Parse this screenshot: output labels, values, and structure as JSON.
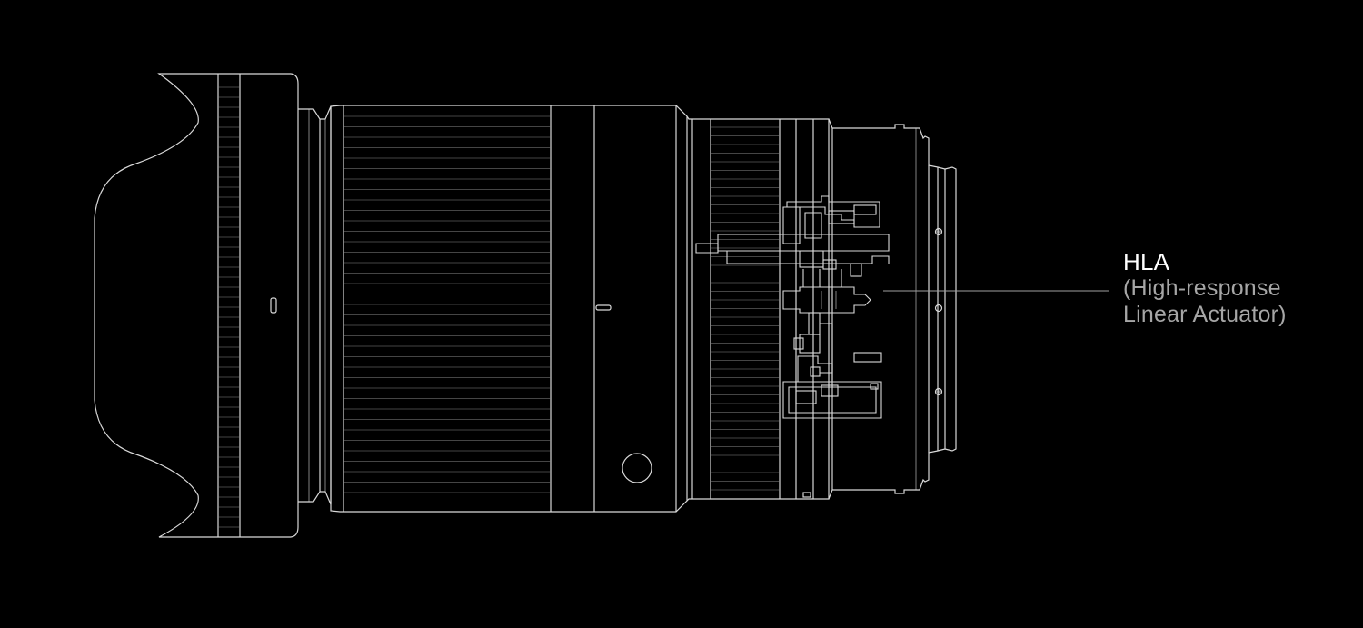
{
  "callout": {
    "title": "HLA",
    "subtitle_line1": "(High-response",
    "subtitle_line2": "Linear Actuator)"
  },
  "colors": {
    "background": "#000000",
    "linework": "#d9d9d9",
    "title": "#ffffff",
    "subtitle": "#a6a6a6"
  },
  "lens_parts": [
    "lens-hood",
    "zoom-ring",
    "lens-barrel",
    "focus-ring",
    "hla-actuator",
    "lens-mount"
  ]
}
